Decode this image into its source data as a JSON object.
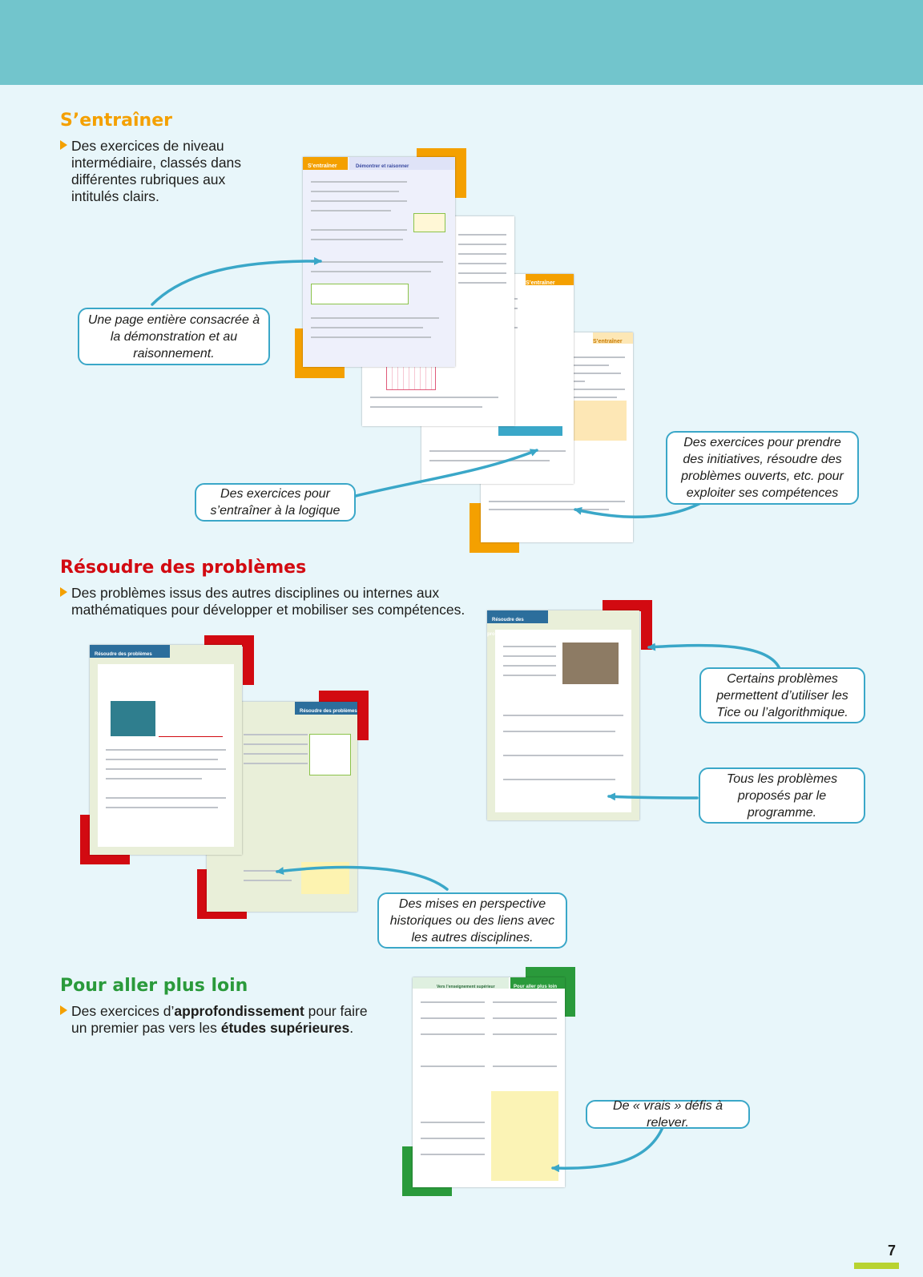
{
  "sections": {
    "s1": {
      "title": "S’entraîner",
      "color": "#f4a000",
      "text": "Des exercices de niveau intermédiaire, classés dans différentes rubriques aux intitulés clairs."
    },
    "s2": {
      "title": "Résoudre des problèmes",
      "color": "#d20a11",
      "text": "Des problèmes issus des autres disciplines ou internes aux mathématiques pour développer et mobiliser ses compétences."
    },
    "s3": {
      "title": "Pour aller plus loin",
      "color": "#2a9a3b",
      "text_1": "Des exercices d’",
      "bold_1": "approfondissement",
      "text_2": " pour faire un premier pas vers les ",
      "bold_2": "études supérieures",
      "text_3": "."
    }
  },
  "callouts": {
    "c1": "Une page entière consacrée à la démonstration et au raisonnement.",
    "c2": "Des exercices pour s’entraîner à la logique",
    "c3": "Des exercices pour prendre des initiatives, résoudre des problèmes ouverts, etc. pour exploiter ses compétences",
    "c4": "Certains problèmes permettent d’utiliser les Tice ou l’algorithmique.",
    "c5": "Tous les problèmes proposés par le programme.",
    "c6": "Des mises en perspective historiques ou des liens avec les autres disciplines.",
    "c7": "De « vrais » défis à relever."
  },
  "thumbnails": {
    "entrainer_a": {
      "header": "S’entraîner",
      "subheader": "Démontrer et raisonner"
    },
    "entrainer_c": {
      "header": "S’entraîner"
    },
    "entrainer_d": {
      "header": "S’entraîner"
    },
    "probleme_a": {
      "header": "Résoudre des problèmes"
    },
    "probleme_b": {
      "header": "Résoudre des problèmes"
    },
    "probleme_c": {
      "header": "Résoudre des problèmes"
    },
    "loin": {
      "header_left": "Vers l’enseignement supérieur",
      "header_right": "Pour aller plus loin"
    }
  },
  "page_number": "7",
  "colors": {
    "topbar": "#72c5cc",
    "background": "#e8f6fa",
    "callout_border": "#3aa7c8",
    "orange": "#f4a000",
    "red": "#d20a11",
    "green": "#2a9a3b",
    "lime": "#b8d330"
  }
}
